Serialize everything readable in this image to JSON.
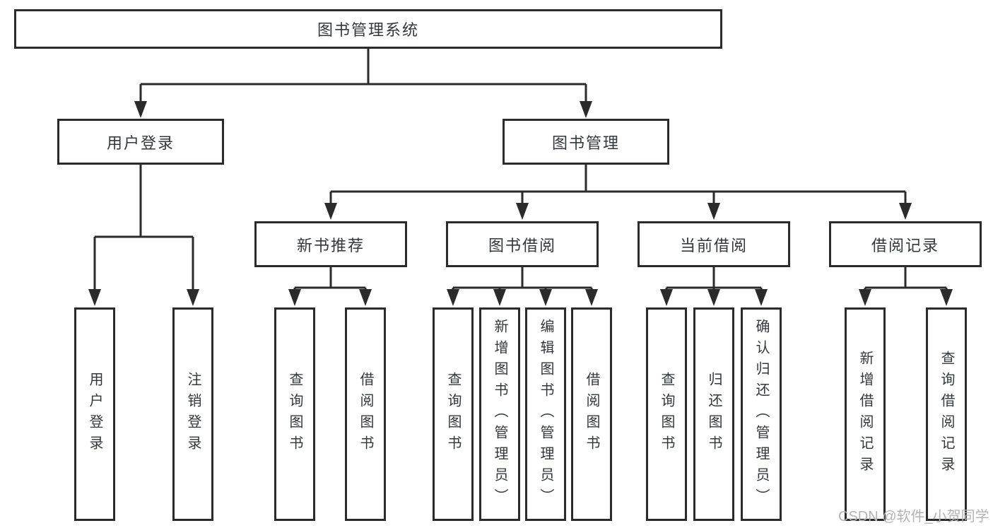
{
  "diagram": {
    "root": {
      "label": "图书管理系统"
    },
    "level2": {
      "user_login": {
        "label": "用户登录"
      },
      "book_management": {
        "label": "图书管理"
      }
    },
    "level3": {
      "new_book_recommend": {
        "label": "新书推荐"
      },
      "book_borrow": {
        "label": "图书借阅"
      },
      "current_borrow": {
        "label": "当前借阅"
      },
      "borrow_record": {
        "label": "借阅记录"
      }
    },
    "leaves": {
      "user_login": {
        "label": "用户登录"
      },
      "logout": {
        "label": "注销登录"
      },
      "recommend_query_book": {
        "label": "查询图书"
      },
      "recommend_borrow_book": {
        "label": "借阅图书"
      },
      "borrow_query_book": {
        "label": "查询图书"
      },
      "add_book_admin": {
        "label": "新增图书（管理员）"
      },
      "edit_book_admin": {
        "label": "编辑图书（管理员）"
      },
      "borrow_book": {
        "label": "借阅图书"
      },
      "current_query_book": {
        "label": "查询图书"
      },
      "return_book": {
        "label": "归还图书"
      },
      "confirm_return_admin": {
        "label": "确认归还（管理员）"
      },
      "add_borrow_record": {
        "label": "新增借阅记录"
      },
      "query_borrow_record": {
        "label": "查询借阅记录"
      }
    }
  },
  "watermark": {
    "label": "CSDN @软件_小贺同学"
  },
  "colors": {
    "line": "#2b2b2b",
    "text": "#33373a",
    "background": "#ffffff",
    "watermark": "#b3b3b3"
  }
}
